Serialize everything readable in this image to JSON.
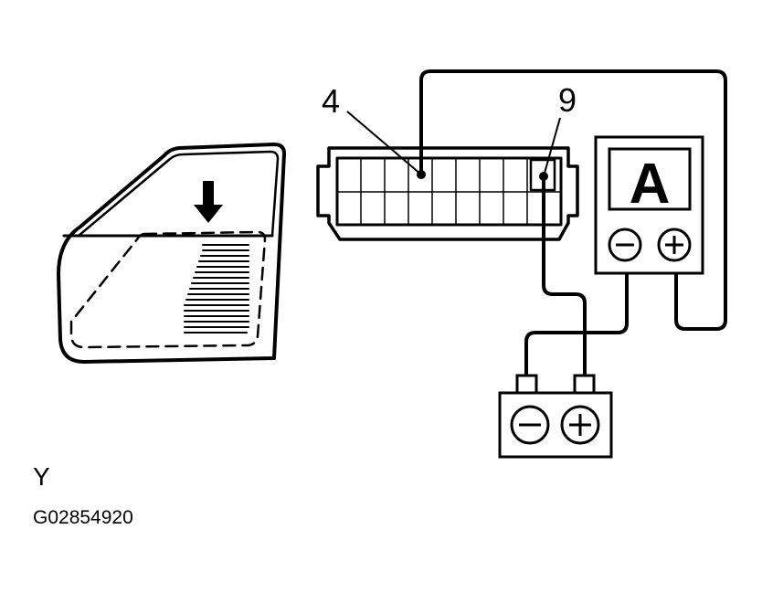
{
  "labels": {
    "connector_callout": "4",
    "terminal_callout": "9"
  },
  "meter": {
    "letter": "A",
    "negative_symbol": "minus-icon",
    "positive_symbol": "plus-icon"
  },
  "battery": {
    "negative_symbol": "minus-icon",
    "positive_symbol": "plus-icon"
  },
  "caption": "Y",
  "figure_id": "G02854920",
  "colors": {
    "line": "#000000",
    "background": "#ffffff"
  }
}
